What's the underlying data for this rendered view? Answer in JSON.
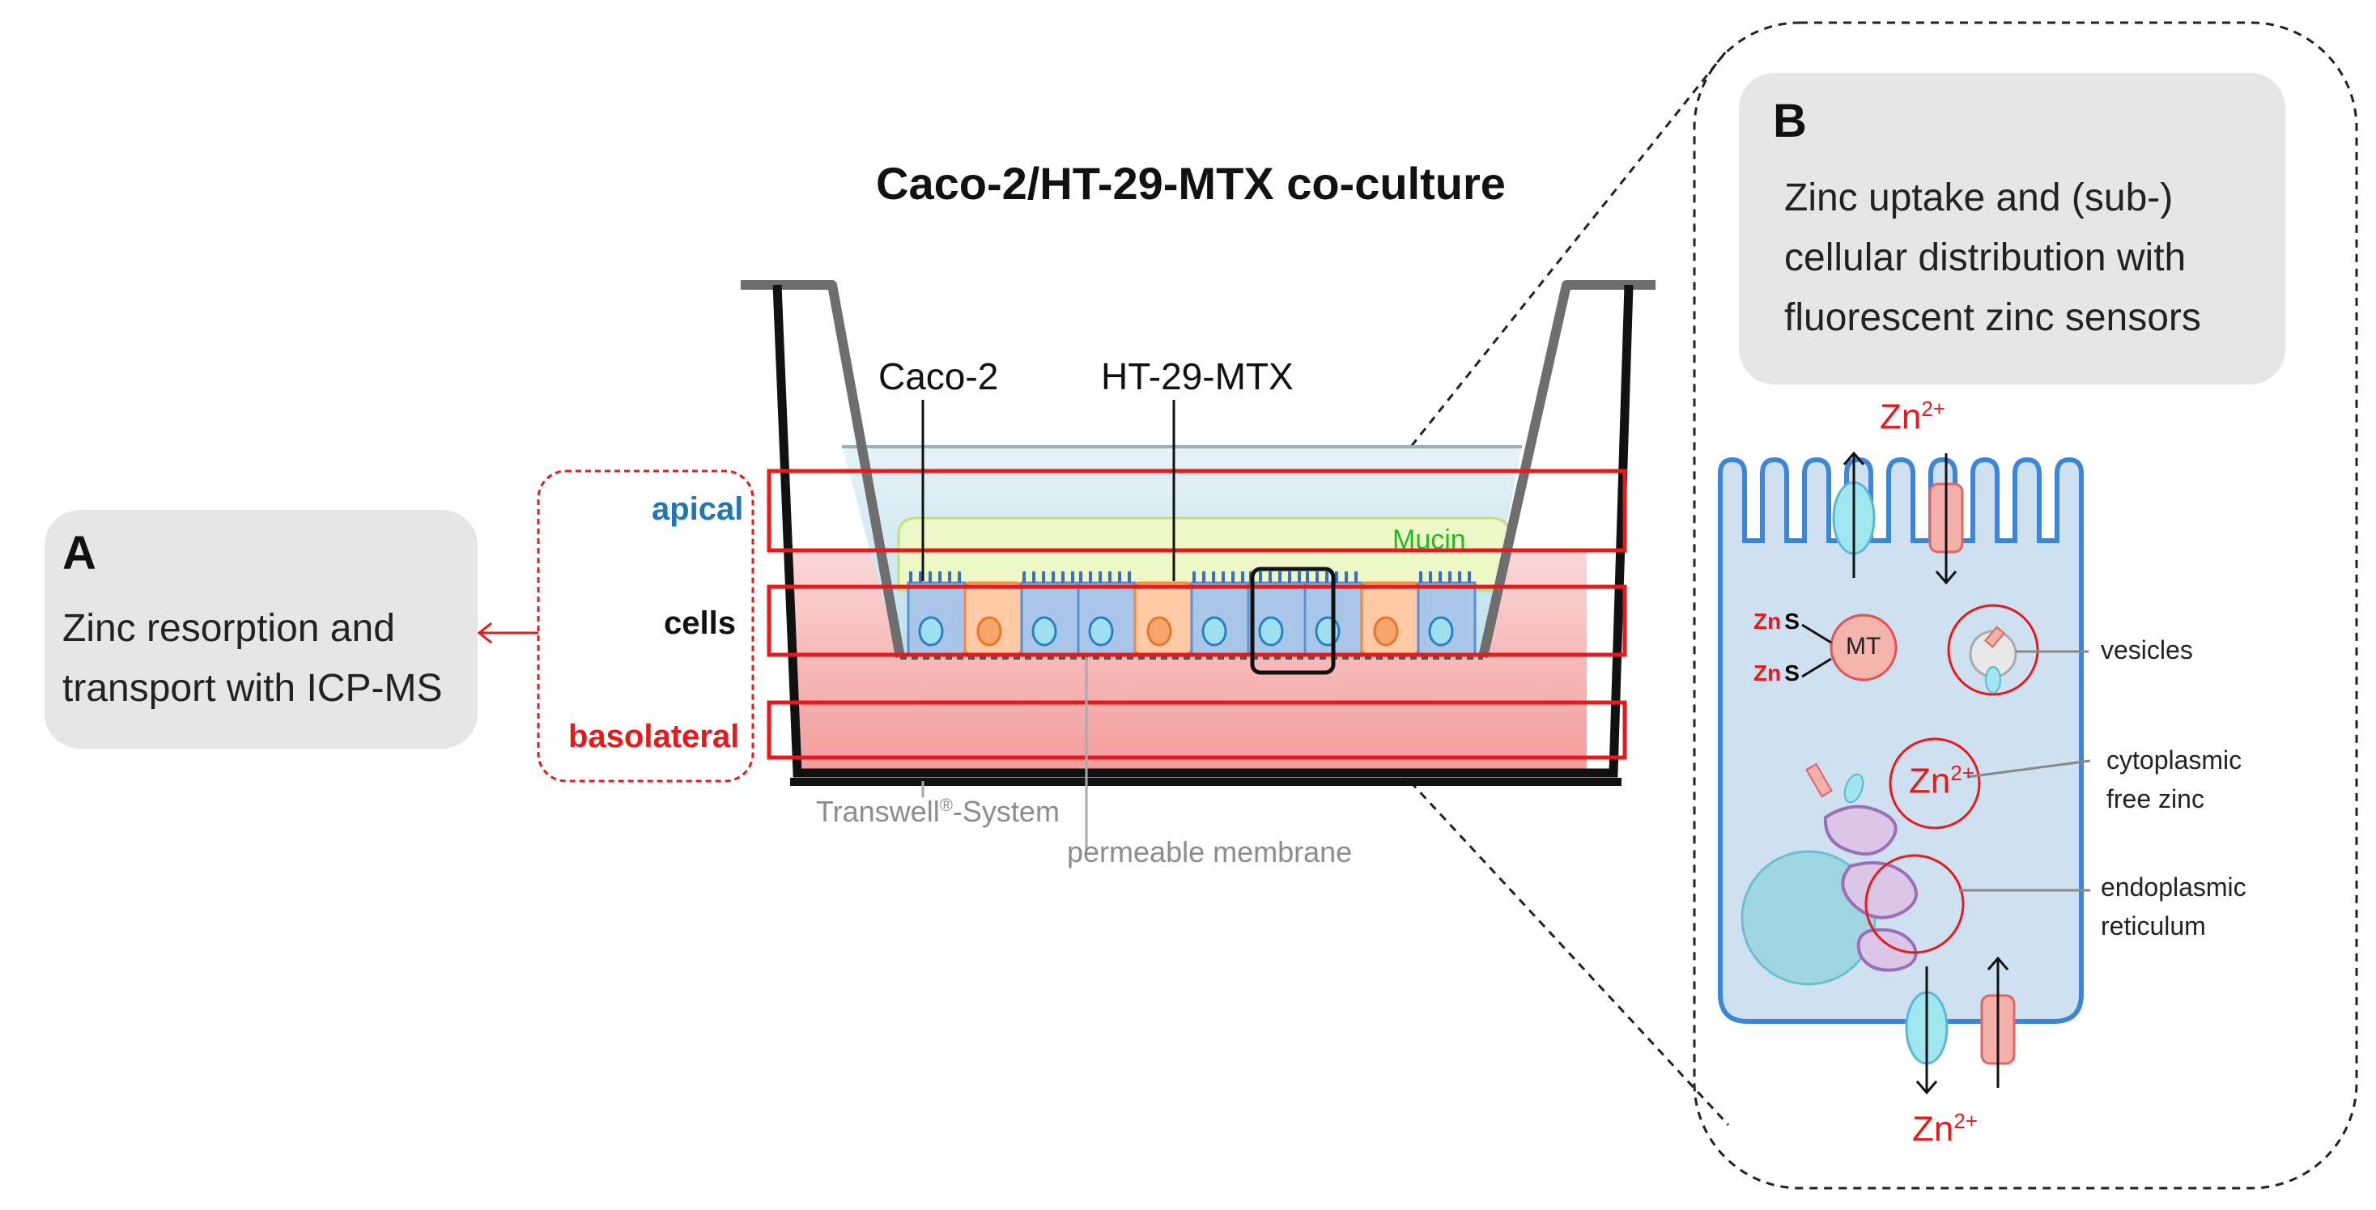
{
  "title": "Caco-2/HT-29-MTX co-culture",
  "panel_a": {
    "letter": "A",
    "description": "Zinc resorption and transport with ICP-MS"
  },
  "panel_b": {
    "letter": "B",
    "description": "Zinc uptake and (sub-) cellular distribution with fluorescent zinc sensors"
  },
  "layers": {
    "apical": "apical",
    "cells": "cells",
    "basolateral": "basolateral"
  },
  "cell_labels": {
    "caco2": "Caco-2",
    "ht29": "HT-29-MTX",
    "mucin": "Mucin"
  },
  "system_labels": {
    "transwell": "Transwell",
    "transwell_mark": "®",
    "transwell_suffix": "-System",
    "membrane": "permeable membrane"
  },
  "zoom": {
    "zn_top": "Zn",
    "zn_top_charge": "2+",
    "zn_bottom": "Zn",
    "zn_bottom_charge": "2+",
    "zn_free": "Zn",
    "zn_free_charge": "2+",
    "zn_s_1": "Zn",
    "zn_s_2": "Zn",
    "s_label": "S",
    "mt": "MT",
    "vesicles": "vesicles",
    "cytoplasmic_line1": "cytoplasmic",
    "cytoplasmic_line2": "free zinc",
    "er_line1": "endoplasmic",
    "er_line2": "reticulum"
  },
  "colors": {
    "apical_text": "#1f77b4",
    "basolateral_text": "#e41a1c",
    "mucin_text": "#22bb22",
    "frame_red": "#e41a1c",
    "cell_blue": "#a9c6e8",
    "cell_orange": "#ffc9a6"
  }
}
